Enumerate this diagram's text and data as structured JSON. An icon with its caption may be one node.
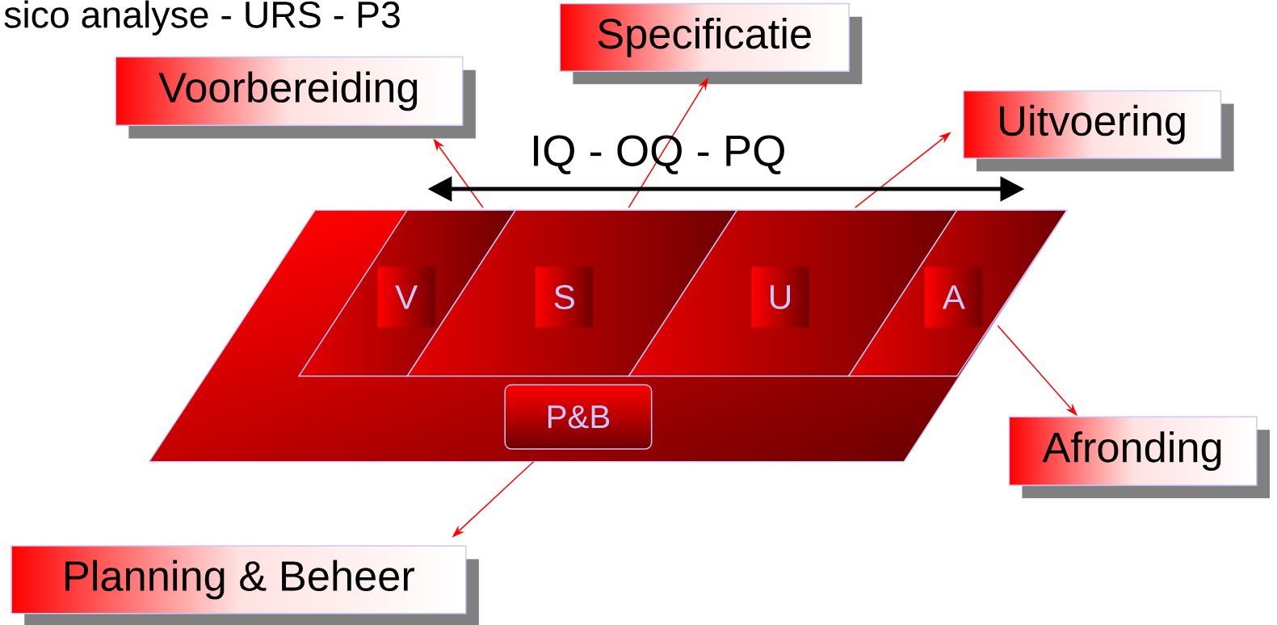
{
  "diagram": {
    "title": "sico analyse - URS - P3",
    "nodes": [
      {
        "text": [
          "Voorbereiding"
        ]
      },
      {
        "text": [
          "Specificatie"
        ]
      },
      {
        "text": [
          "Uitvoering"
        ]
      },
      {
        "text": [
          "Afronding"
        ]
      },
      {
        "text": [
          "Planning & Beheer"
        ]
      },
      {
        "text": [],
        "shape": "parallelogram"
      },
      {
        "text": [
          "V"
        ],
        "in": 5
      },
      {
        "text": [
          "S"
        ],
        "in": 5
      },
      {
        "text": [
          "U"
        ],
        "in": 5
      },
      {
        "text": [
          "A"
        ],
        "in": 5
      },
      {
        "text": [
          "P&B"
        ],
        "in": 5
      }
    ],
    "edges": [
      {
        "from": 6,
        "to": 0,
        "arrow": "to"
      },
      {
        "from": 7,
        "to": 1,
        "arrow": "to"
      },
      {
        "from": 8,
        "to": 2,
        "arrow": "to"
      },
      {
        "from": 9,
        "to": 3,
        "arrow": "to"
      },
      {
        "from": 10,
        "to": 4,
        "arrow": "to"
      }
    ],
    "labels": [
      "IQ - OQ - PQ"
    ]
  }
}
